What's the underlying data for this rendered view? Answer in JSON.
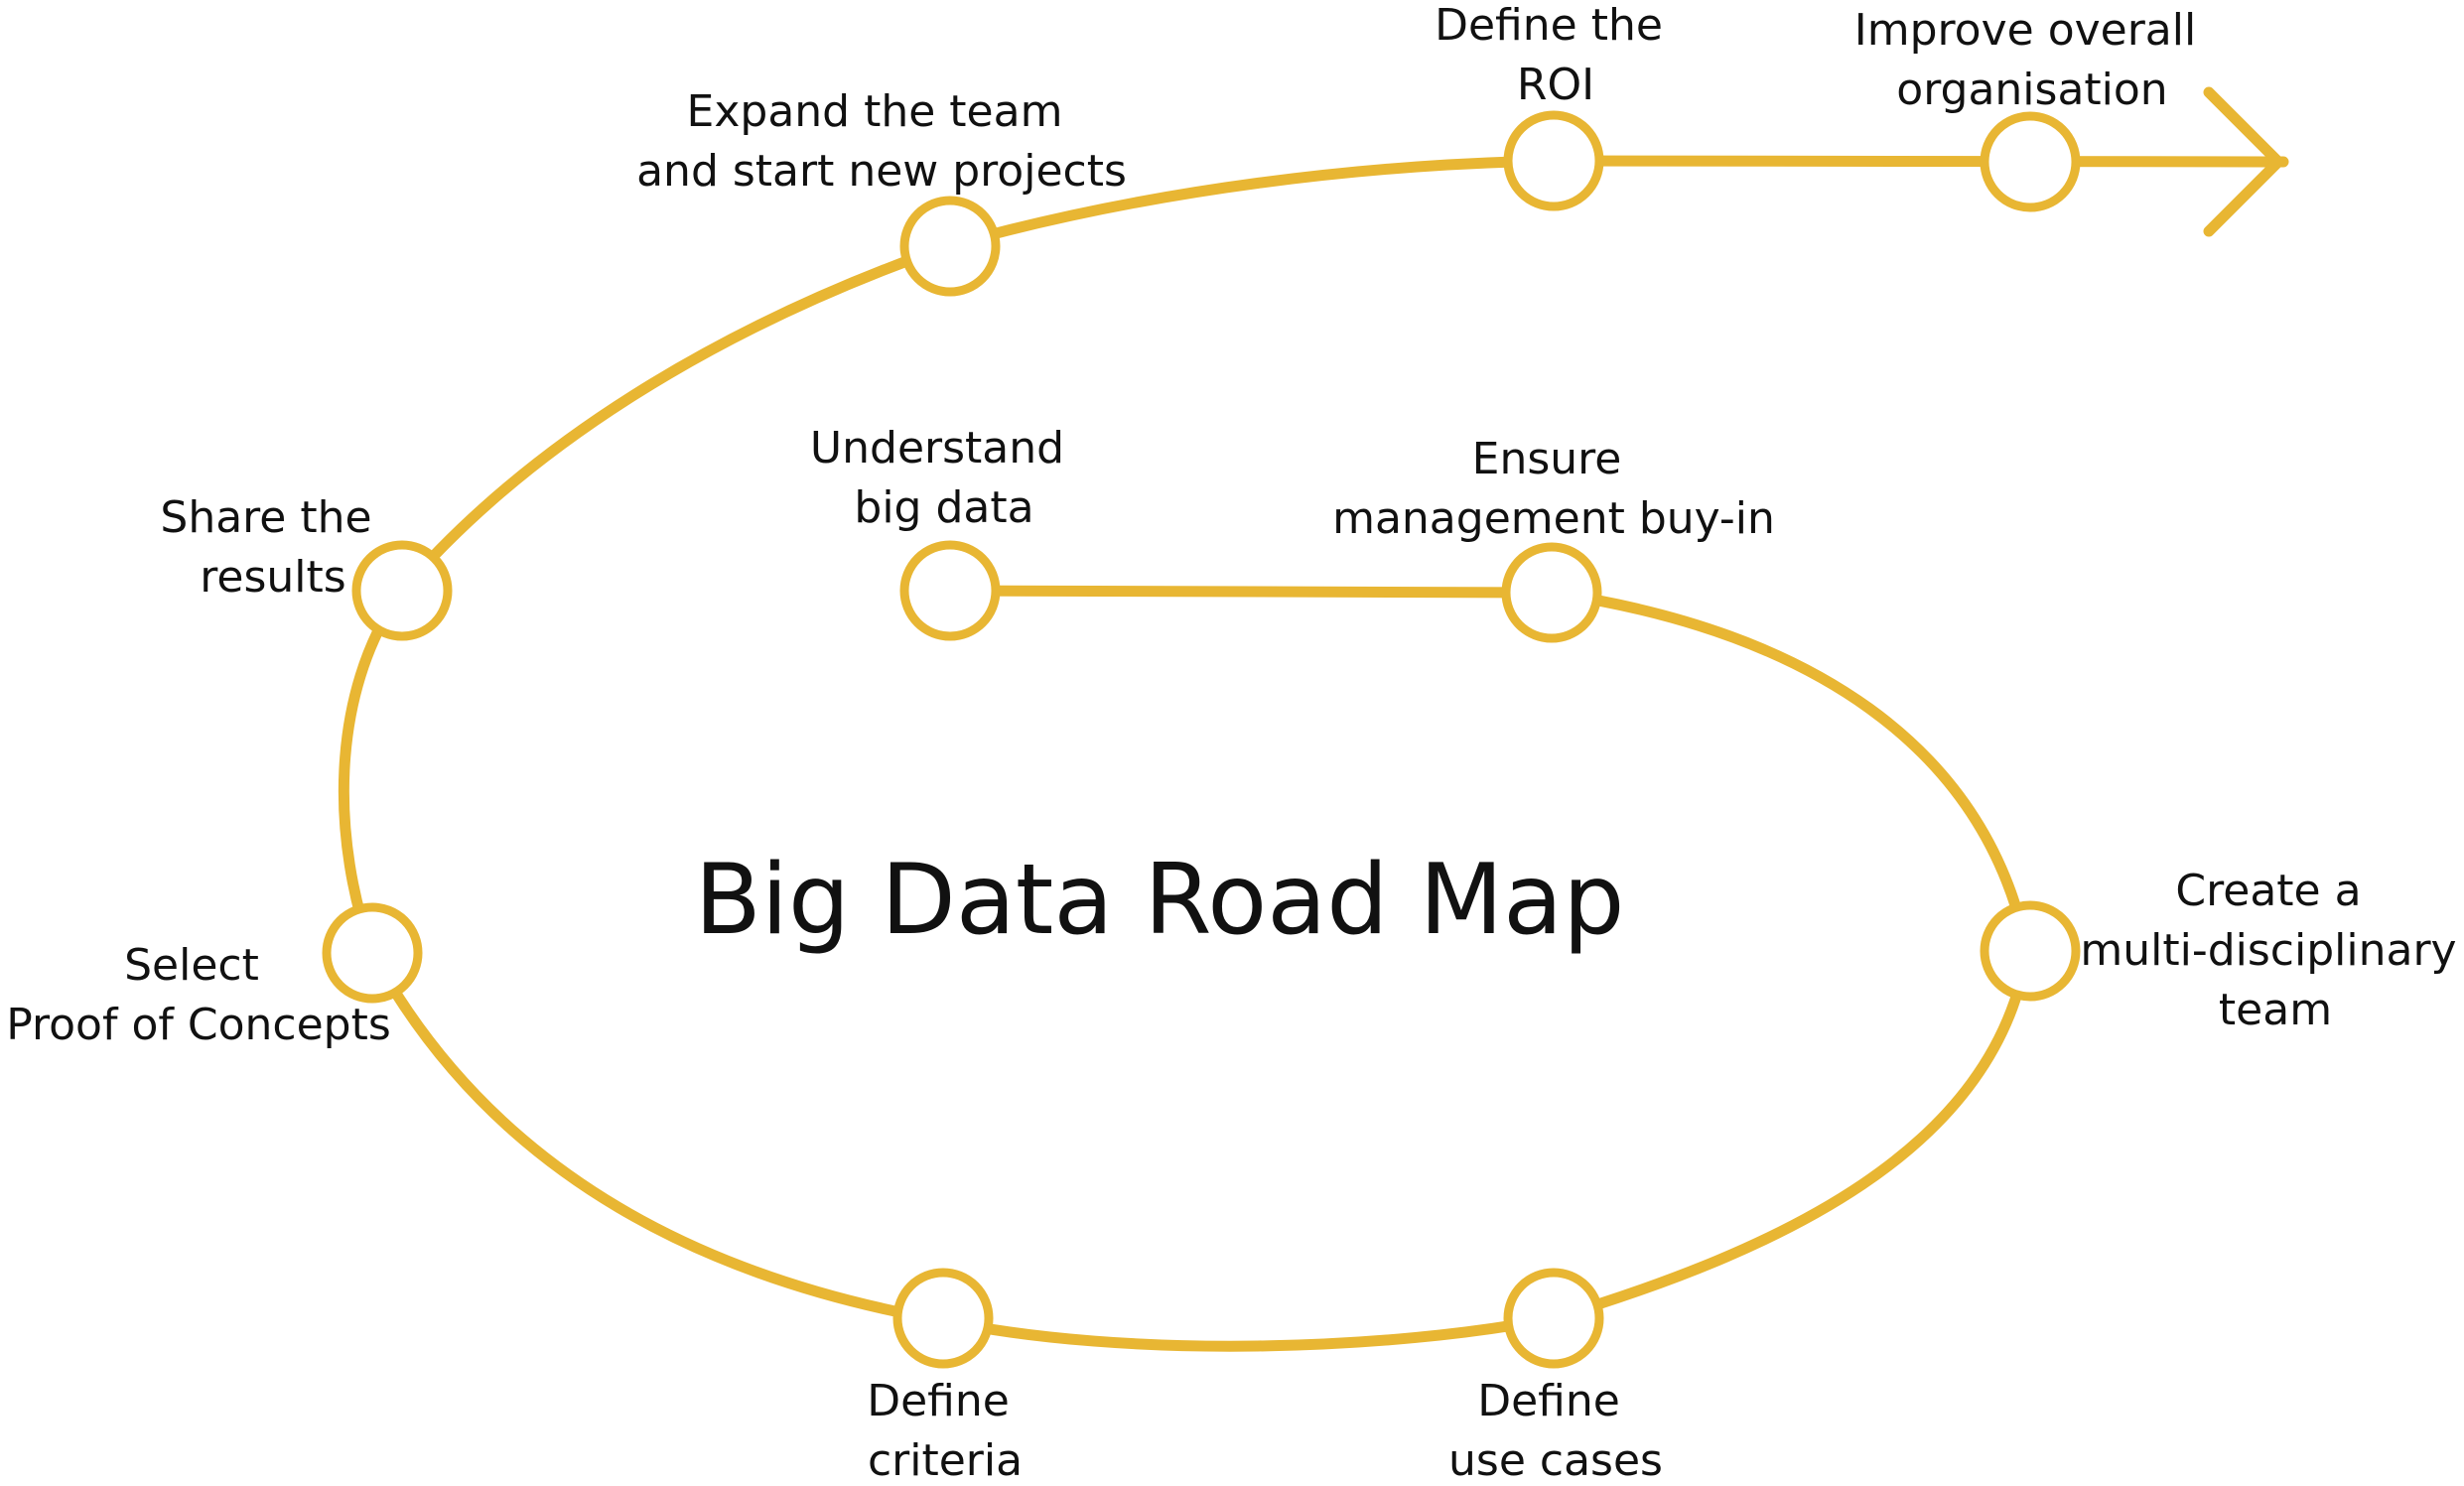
{
  "title": "Big Data Road Map",
  "colors": {
    "path": "#E8B633",
    "text": "#111111",
    "background": "#ffffff"
  },
  "nodes": [
    {
      "id": "understand-big-data",
      "lines": [
        "Understand",
        "big data"
      ]
    },
    {
      "id": "ensure-management-buy-in",
      "lines": [
        "Ensure",
        "management buy-in"
      ]
    },
    {
      "id": "create-team",
      "lines": [
        "Create a",
        "multi-disciplinary",
        "team"
      ]
    },
    {
      "id": "define-use-cases",
      "lines": [
        "Define",
        "use cases"
      ]
    },
    {
      "id": "define-criteria",
      "lines": [
        "Define",
        "criteria"
      ]
    },
    {
      "id": "select-poc",
      "lines": [
        "Select",
        "Proof of Concepts"
      ]
    },
    {
      "id": "share-results",
      "lines": [
        "Share the",
        "results"
      ]
    },
    {
      "id": "expand-team",
      "lines": [
        "Expand the team",
        "and start new projects"
      ]
    },
    {
      "id": "define-roi",
      "lines": [
        "Define the",
        "ROI"
      ]
    },
    {
      "id": "improve-organisation",
      "lines": [
        "Improve overall",
        "organisation"
      ]
    }
  ]
}
